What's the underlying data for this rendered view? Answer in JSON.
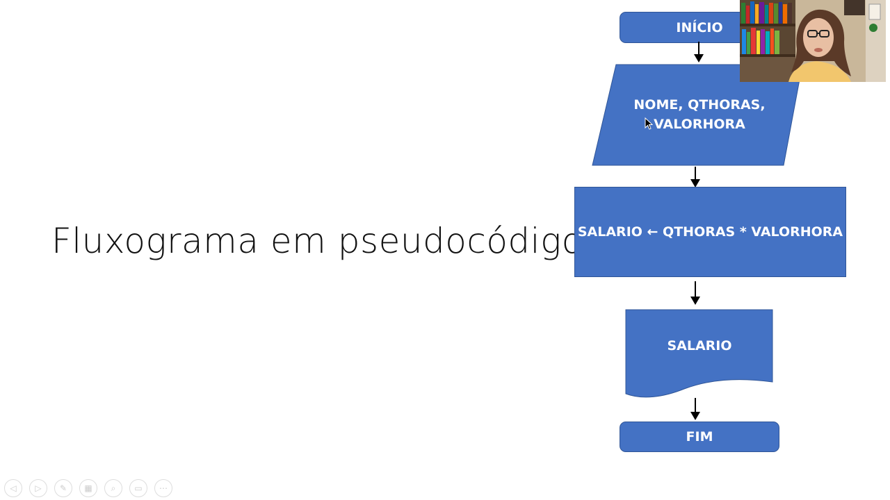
{
  "slide": {
    "title": "Fluxograma em pseudocódigo"
  },
  "flowchart": {
    "start": "INÍCIO",
    "input_line1": "NOME, QTHORAS,",
    "input_line2": "VALORHORA",
    "process": "SALARIO ← QTHORAS * VALORHORA",
    "output": "SALARIO",
    "end": "FIM",
    "shape_color": "#4472c4",
    "shape_border": "#2f5597"
  },
  "toolbar": {
    "icons": [
      "previous-icon",
      "next-icon",
      "pen-icon",
      "slides-icon",
      "zoom-icon",
      "subtitles-icon",
      "more-icon"
    ],
    "glyphs": [
      "◁",
      "▷",
      "✎",
      "▦",
      "⌕",
      "▭",
      "⋯"
    ]
  }
}
